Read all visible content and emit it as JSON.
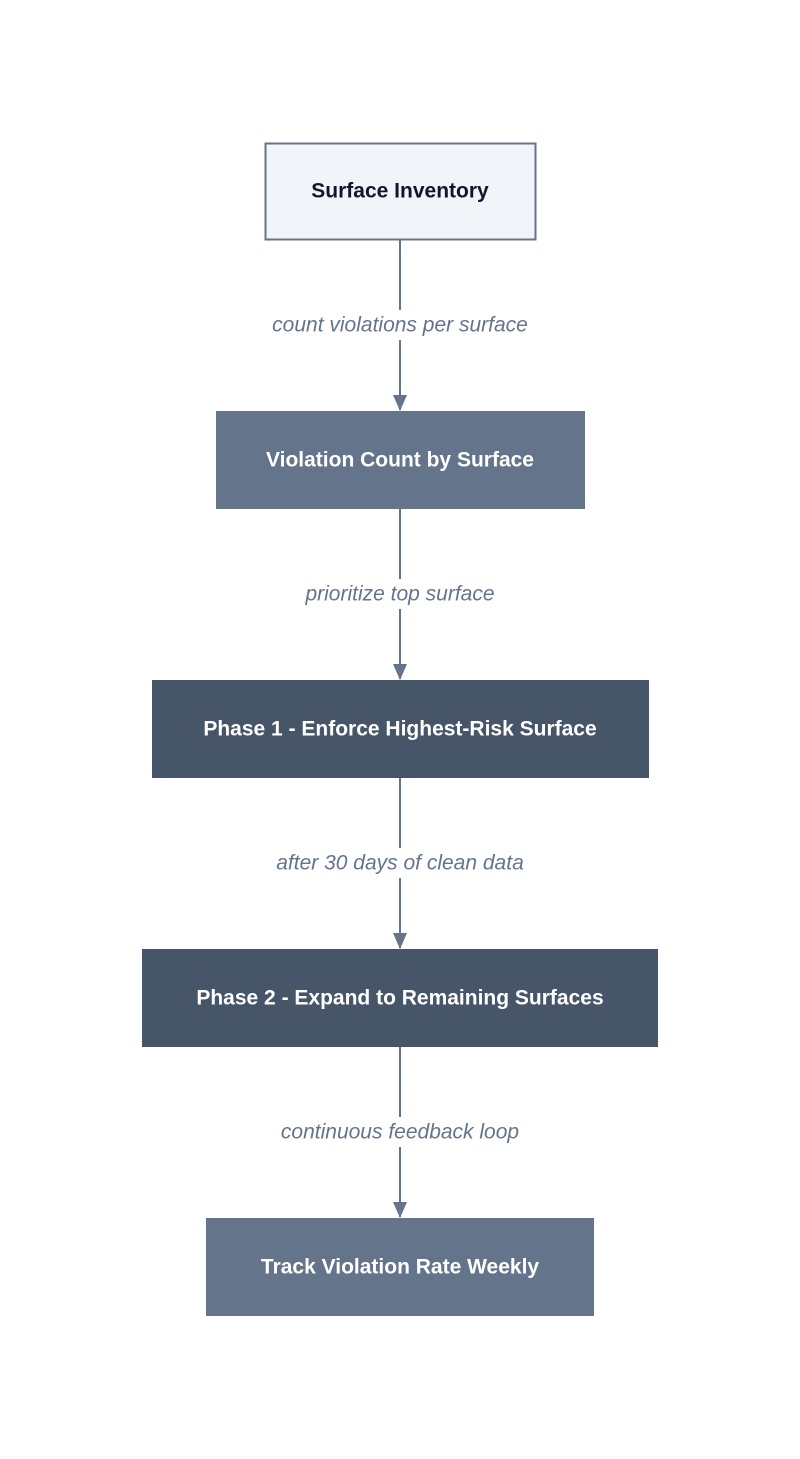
{
  "nodes": [
    {
      "id": "surface-inventory",
      "label": "Surface Inventory",
      "style": "outline"
    },
    {
      "id": "violation-count",
      "label": "Violation Count by Surface",
      "style": "medium"
    },
    {
      "id": "phase-1",
      "label": "Phase 1 - Enforce Highest-Risk Surface",
      "style": "dark"
    },
    {
      "id": "phase-2",
      "label": "Phase 2 - Expand to Remaining Surfaces",
      "style": "dark"
    },
    {
      "id": "track-rate",
      "label": "Track Violation Rate Weekly",
      "style": "medium"
    }
  ],
  "edges": [
    {
      "from": "surface-inventory",
      "to": "violation-count",
      "label": "count violations per surface"
    },
    {
      "from": "violation-count",
      "to": "phase-1",
      "label": "prioritize top surface"
    },
    {
      "from": "phase-1",
      "to": "phase-2",
      "label": "after 30 days of clean data"
    },
    {
      "from": "phase-2",
      "to": "track-rate",
      "label": "continuous feedback loop"
    }
  ],
  "colors": {
    "outline_fill": "#f1f5f9",
    "outline_stroke": "#64748b",
    "outline_text": "#0f172a",
    "medium_fill": "#64748b",
    "dark_fill": "#475569",
    "node_text_light": "#ffffff",
    "edge_line": "#64748b",
    "edge_label": "#64748b",
    "background": "#ffffff"
  }
}
